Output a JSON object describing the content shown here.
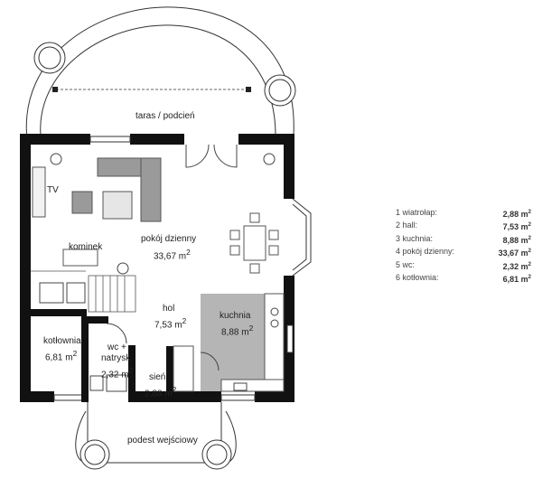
{
  "rooms": {
    "taras": {
      "label": "taras / podcień"
    },
    "tv": {
      "label": "TV"
    },
    "pokoj": {
      "label": "pokój dzienny",
      "area": "33,67 m"
    },
    "kominek": {
      "label": "kominek"
    },
    "kotlownia": {
      "label": "kotłownia",
      "area": "6,81 m"
    },
    "hol": {
      "label": "hol",
      "area": "7,53 m"
    },
    "kuchnia": {
      "label": "kuchnia",
      "area": "8,88 m"
    },
    "wc": {
      "label1": "wc +",
      "label2": "natrysk",
      "area": "2,32 m"
    },
    "sien": {
      "label": "sień",
      "area": "2,88 m"
    },
    "podest": {
      "label": "podest wejściowy"
    }
  },
  "area_unit_sup": "2",
  "legend": [
    {
      "name": "1 wiatrołap:",
      "value": "2,88 m"
    },
    {
      "name": "2 hall:",
      "value": "7,53 m"
    },
    {
      "name": "3 kuchnia:",
      "value": "8,88 m"
    },
    {
      "name": "4 pokój dzienny:",
      "value": "33,67 m"
    },
    {
      "name": "5 wc:",
      "value": "2,32 m"
    },
    {
      "name": "6 kotłownia:",
      "value": "6,81 m"
    }
  ]
}
